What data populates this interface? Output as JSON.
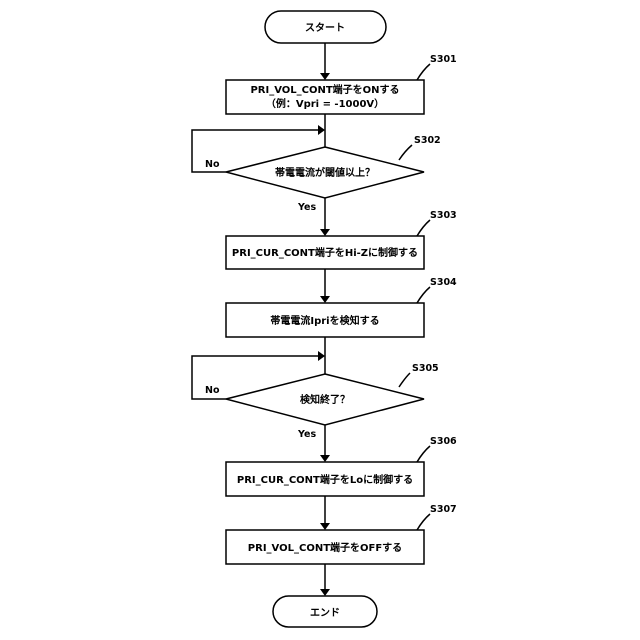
{
  "flowchart": {
    "start": "スタート",
    "s301": {
      "line1": "PRI_VOL_CONT端子をONする",
      "line2": "（例：Vpri = -1000V）"
    },
    "s302": {
      "text": "帯電電流が閾値以上？"
    },
    "s303": {
      "text": "PRI_CUR_CONT端子をHi-Zに制御する"
    },
    "s304": {
      "text": "帯電電流Ipriを検知する"
    },
    "s305": {
      "text": "検知終了？"
    },
    "s306": {
      "text": "PRI_CUR_CONT端子をLoに制御する"
    },
    "s307": {
      "text": "PRI_VOL_CONT端子をOFFする"
    },
    "end": "エンド",
    "labels": {
      "no_1": "No",
      "yes_1": "Yes",
      "no_2": "No",
      "yes_2": "Yes"
    },
    "step_ids": {
      "s301": "S301",
      "s302": "S302",
      "s303": "S303",
      "s304": "S304",
      "s305": "S305",
      "s306": "S306",
      "s307": "S307"
    }
  }
}
